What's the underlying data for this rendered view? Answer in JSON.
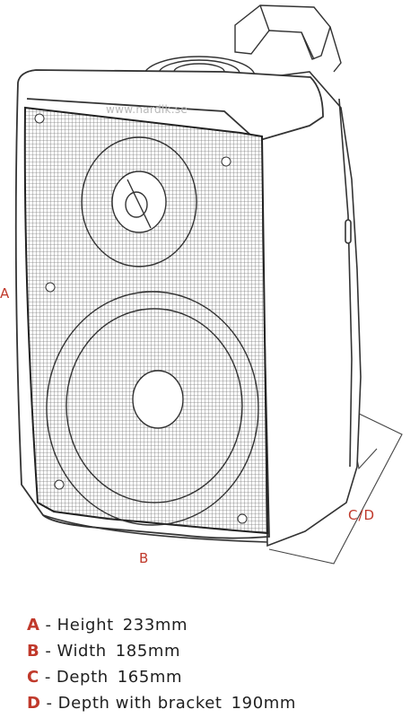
{
  "watermark": "www.nardik.se",
  "letters": {
    "a": "A",
    "b": "B",
    "cd": "C/D"
  },
  "legend": [
    {
      "key": "A",
      "label": "Height",
      "value": "233mm"
    },
    {
      "key": "B",
      "label": "Width",
      "value": "185mm"
    },
    {
      "key": "C",
      "label": "Depth",
      "value": "165mm"
    },
    {
      "key": "D",
      "label": "Depth with bracket",
      "value": "190mm"
    }
  ],
  "colors": {
    "accent": "#c0392b",
    "line": "#333333",
    "text": "#1f1f1f"
  }
}
